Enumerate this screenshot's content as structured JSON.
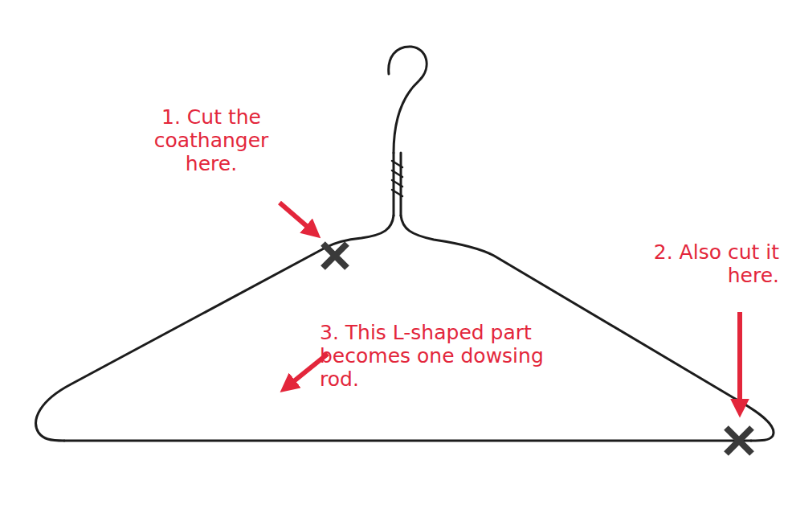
{
  "diagram": {
    "labels": [
      "1. Cut the coathanger here.",
      "2. Also cut it here.",
      "3. This L-shaped part becomes one dowsing rod."
    ]
  }
}
